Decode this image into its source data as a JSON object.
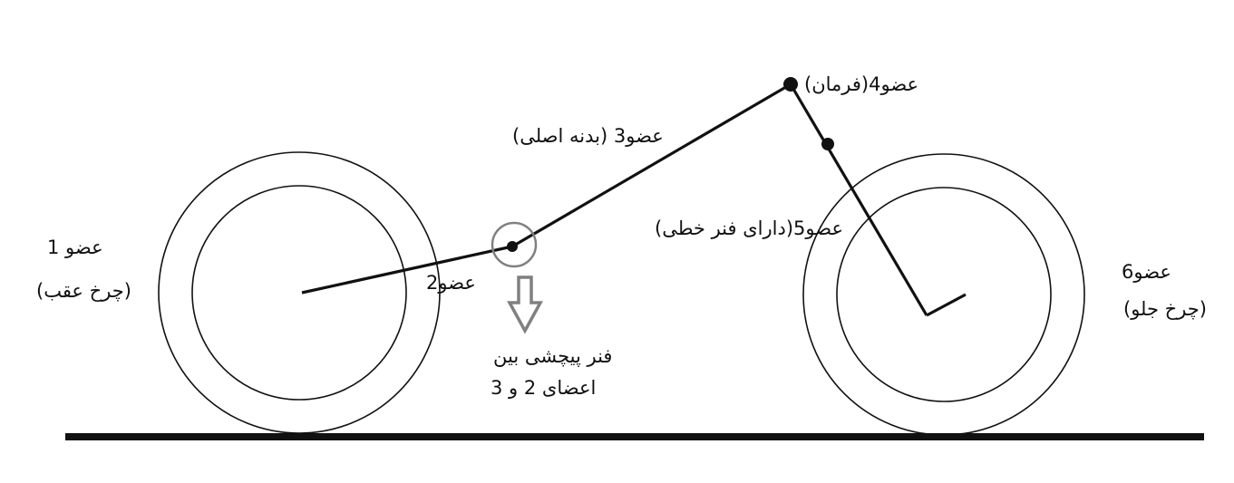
{
  "colors": {
    "ink": "#111111",
    "arrow": "#808080",
    "background": "#ffffff"
  },
  "labels": {
    "member1": {
      "line1": "عضو 1",
      "line2": "(چرخ عقب)"
    },
    "member2": "عضو2",
    "member3": "عضو3 (بدنه اصلی)",
    "member4": "عضو4(فرمان)",
    "member5": "عضو5(دارای فنر خطی)",
    "member6": {
      "line1": "عضو6",
      "line2": "(چرخ جلو)"
    },
    "spring_note": {
      "line1": "فنر پیچشی بین",
      "line2": "اعضای 2 و 3"
    }
  }
}
